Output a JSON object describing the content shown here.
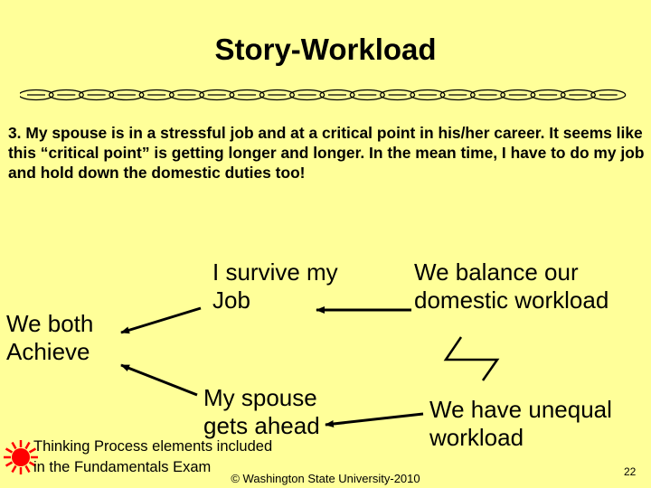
{
  "slide": {
    "title": "Story-Workload",
    "question": "3.  My spouse is in a stressful job and at a critical point in his/her career. It seems like this “critical point” is getting longer and longer.  In the mean time, I have to do my job and hold down the domestic duties too!",
    "nodes": {
      "both_achieve": "We both\nAchieve",
      "survive_job": "I survive my\nJob",
      "balance_workload": "We balance our\ndomestic workload",
      "spouse_ahead": "My spouse\ngets ahead",
      "unequal_workload": "We have unequal\nworkload"
    },
    "footnote": "Thinking Process elements included\nin the Fundamentals Exam",
    "copyright": "© Washington State University-2010",
    "page_number": "22"
  },
  "icons": {
    "conflict": "lightning-bolt-icon",
    "sun": "sun-icon",
    "divider": "chain-divider"
  },
  "colors": {
    "background": "#ffff99",
    "text": "#000000",
    "sun": "#ff0000"
  }
}
